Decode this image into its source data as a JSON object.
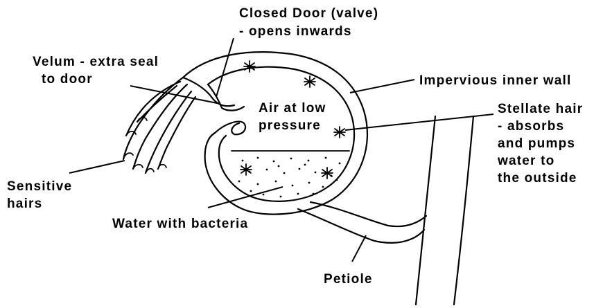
{
  "diagram": {
    "labels": {
      "closed_door_line1": "Closed Door (valve)",
      "closed_door_line2": "- opens inwards",
      "velum_line1": "Velum - extra seal",
      "velum_line2": "to door",
      "air_line1": "Air at low",
      "air_line2": "pressure",
      "impervious_wall": "Impervious inner wall",
      "stellate_line1": "Stellate hair",
      "stellate_line2": "- absorbs",
      "stellate_line3": "and pumps",
      "stellate_line4": "water to",
      "stellate_line5": "the outside",
      "sensitive_line1": "Sensitive",
      "sensitive_line2": "hairs",
      "water": "Water with bacteria",
      "petiole": "Petiole"
    },
    "colors": {
      "ink": "#000000",
      "background": "#ffffff"
    }
  }
}
